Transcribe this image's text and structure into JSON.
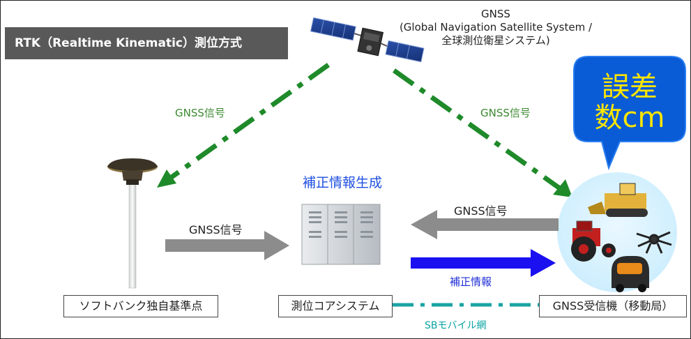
{
  "title": "RTK（Realtime Kinematic）測位方式",
  "satellite": {
    "name": "GNSS",
    "full_name_line1": "(Global Navigation Satellite System /",
    "full_name_line2": "全球測位衛星システム)"
  },
  "signals": {
    "sat_to_base": "GNSS信号",
    "sat_to_receiver": "GNSS信号",
    "base_to_system": "GNSS信号",
    "receiver_to_system": "GNSS信号"
  },
  "correction": {
    "generation_title": "補正情報生成",
    "arrow_label": "補正情報"
  },
  "nodes": {
    "base_station": "ソフトバンク独自基準点",
    "core_system": "測位コアシステム",
    "receiver": "GNSS受信機（移動局）"
  },
  "network_label": "SBモバイル網",
  "accuracy_bubble": {
    "line1": "誤差",
    "line2": "数cm"
  },
  "colors": {
    "green": "#1f8a2a",
    "gray_arrow": "#8c8c8c",
    "blue_arrow": "#1a10f0",
    "teal": "#1aa3a3",
    "bubble": "#0a5bd6",
    "bubble_text": "#ffe600"
  }
}
